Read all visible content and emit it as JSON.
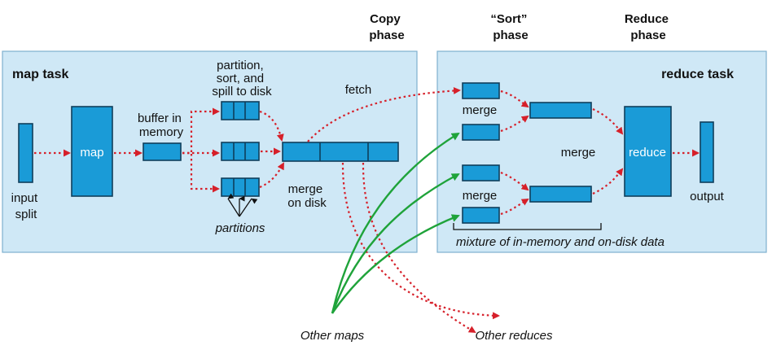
{
  "phases": {
    "copy": [
      "Copy",
      "phase"
    ],
    "sort": [
      "“Sort”",
      "phase"
    ],
    "reduce": [
      "Reduce",
      "phase"
    ]
  },
  "map_task": {
    "title": "map task",
    "input_split": [
      "input",
      "split"
    ],
    "map": "map",
    "buffer": [
      "buffer in",
      "memory"
    ],
    "spill": [
      "partition,",
      "sort, and",
      "spill to disk"
    ],
    "partitions": "partitions",
    "merge_on_disk": [
      "merge",
      "on disk"
    ],
    "fetch": "fetch"
  },
  "reduce_task": {
    "title": "reduce task",
    "merge_top": "merge",
    "merge_mid": "merge",
    "merge_bottom": "merge",
    "reduce": "reduce",
    "output": "output",
    "mixture": "mixture of in-memory and on-disk data"
  },
  "external": {
    "other_maps": "Other maps",
    "other_reduces": "Other reduces"
  },
  "colors": {
    "panel": "#cfe8f6",
    "box": "#1a9bd7",
    "red_arrow": "#d6202a",
    "green_arrow": "#1fa33a"
  }
}
